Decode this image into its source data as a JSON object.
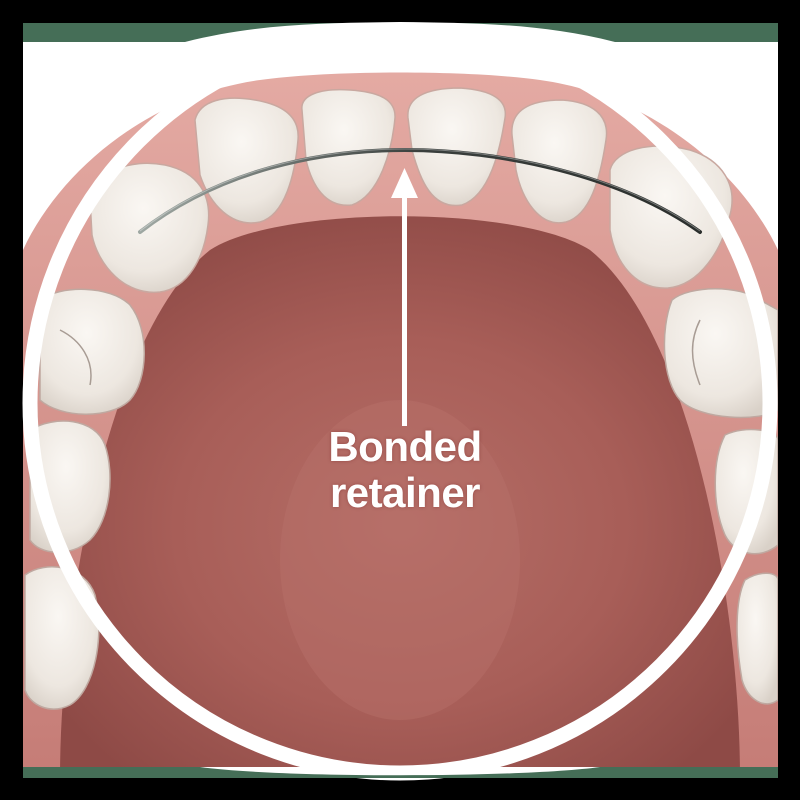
{
  "illustration": {
    "subject": "upper dental arch with bonded retainer",
    "annotation": {
      "line1": "Bonded",
      "line2": "retainer"
    },
    "icons": {
      "arrow": "arrow-up-icon"
    }
  },
  "colors": {
    "frame_background": "#000000",
    "accent_bar": "#456E57",
    "panel": "#FFFFFF",
    "palate": "#B06760",
    "palate_dark": "#8E4A46",
    "gum": "#D89A94",
    "tooth": "#F1ECE6",
    "ring": "#FFFFFF",
    "label_text": "#FFFFFF"
  }
}
